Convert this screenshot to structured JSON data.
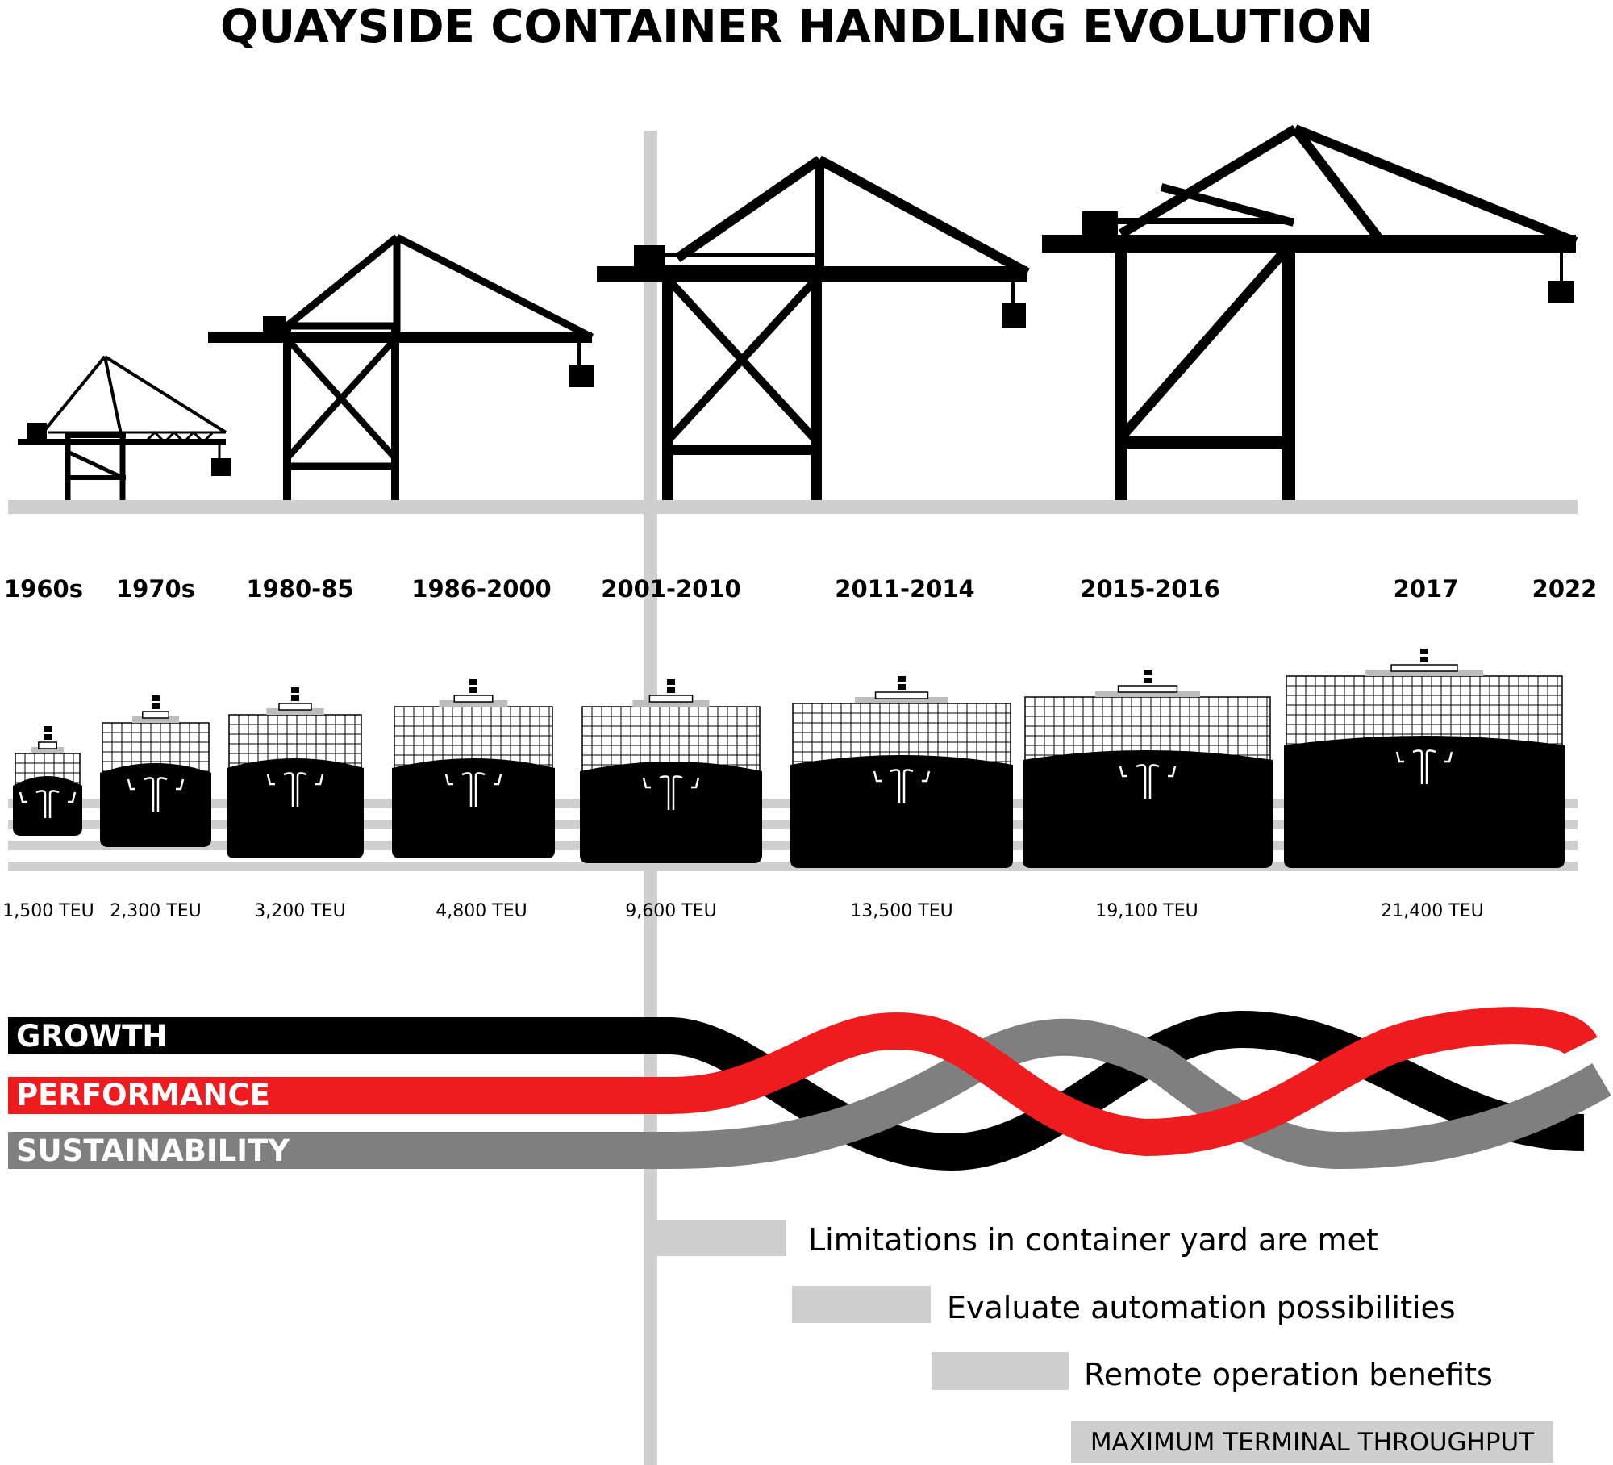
{
  "title": "QUAYSIDE CONTAINER HANDLING EVOLUTION",
  "eras": [
    "1960s",
    "1970s",
    "1980-85",
    "1986-2000",
    "2001-2010",
    "2011-2014",
    "2015-2016",
    "2017",
    "2022"
  ],
  "ships": [
    {
      "capacity": "1,500 TEU"
    },
    {
      "capacity": "2,300 TEU"
    },
    {
      "capacity": "3,200 TEU"
    },
    {
      "capacity": "4,800 TEU"
    },
    {
      "capacity": "9,600 TEU"
    },
    {
      "capacity": "13,500 TEU"
    },
    {
      "capacity": "19,100 TEU"
    },
    {
      "capacity": "21,400 TEU"
    }
  ],
  "bands": {
    "growth": {
      "label": "GROWTH",
      "color": "#000000"
    },
    "performance": {
      "label": "PERFORMANCE",
      "color": "#ee1c1f"
    },
    "sustainability": {
      "label": "SUSTAINABILITY",
      "color": "#7f7f7f"
    }
  },
  "steps": [
    {
      "label": "Limitations in container yard are met"
    },
    {
      "label": "Evaluate automation possibilities"
    },
    {
      "label": "Remote operation benefits"
    },
    {
      "label": "MAXIMUM TERMINAL THROUGHPUT"
    }
  ],
  "colors": {
    "guide": "#cfcfcf",
    "ink": "#000000"
  }
}
